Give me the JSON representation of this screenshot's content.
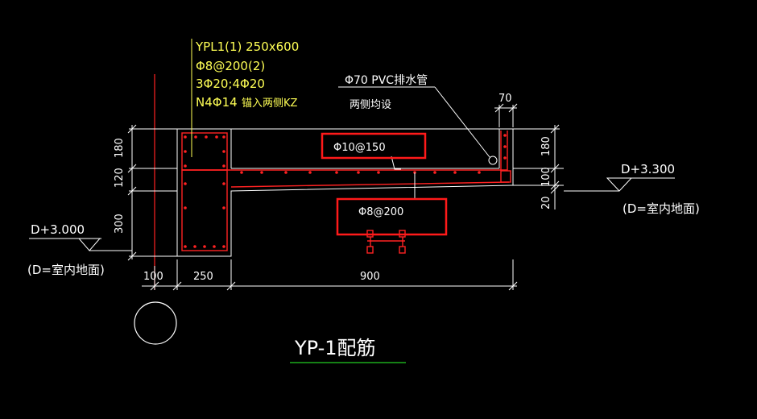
{
  "colors": {
    "background": "#000000",
    "concrete_outline": "#ffffff",
    "rebar": "#ff2222",
    "beam_note": "#ffff55",
    "highlight_box": "#ff1a1a",
    "title_underline": "#22cc22",
    "dimension": "#ffffff"
  },
  "beam_note": {
    "line1": "YPL1(1) 250x600",
    "line2": "Φ8@200(2)",
    "line3": "3Φ20;4Φ20",
    "line4": "N4Φ14",
    "line4_suffix": "锚入两侧KZ"
  },
  "annotations": {
    "pvc_pipe": "Φ70 PVC排水管",
    "both_sides": "两侧均设",
    "top_bar": "Φ10@150",
    "bottom_bar": "Φ8@200"
  },
  "dimensions": {
    "left_top": "180",
    "left_mid": "120",
    "left_bottom": "300",
    "right_top": "180",
    "right_mid": "100",
    "right_bottom": "20",
    "top_right": "70",
    "bottom_100": "100",
    "bottom_250": "250",
    "bottom_900": "900"
  },
  "elevations": {
    "left_value": "D+3.000",
    "left_note": "(D=室内地面)",
    "right_value": "D+3.300",
    "right_note": "(D=室内地面)"
  },
  "title": "YP-1配筋"
}
